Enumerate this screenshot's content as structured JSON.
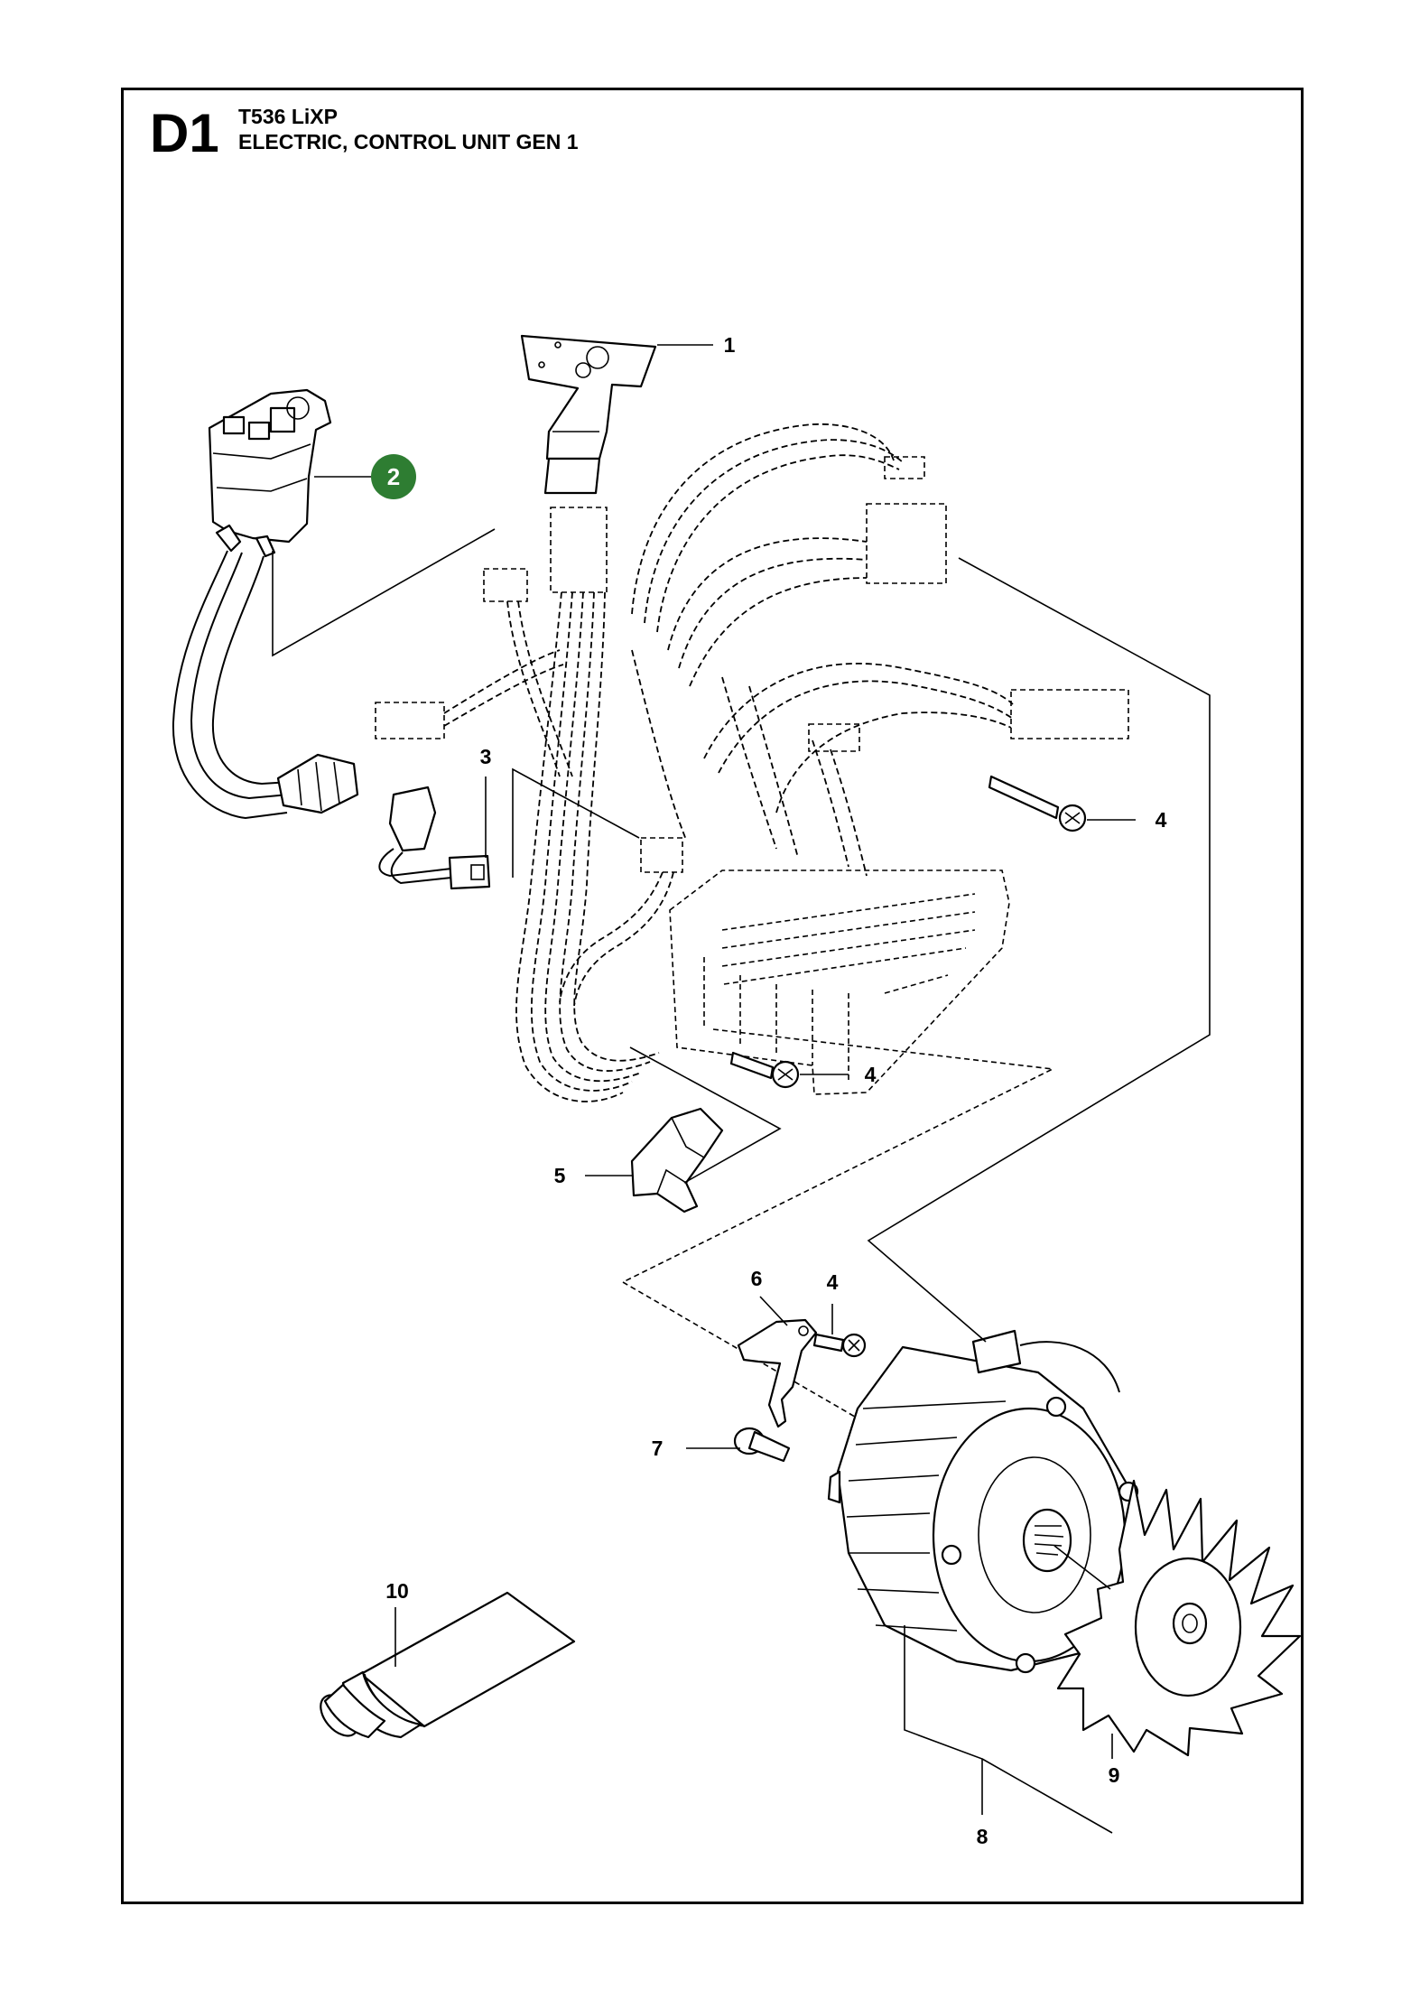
{
  "header": {
    "section_code": "D1",
    "model": "T536 LiXP",
    "subtitle": "ELECTRIC, CONTROL UNIT GEN 1"
  },
  "callouts": [
    {
      "id": "1",
      "label": "1"
    },
    {
      "id": "2",
      "label": "2",
      "highlighted": true
    },
    {
      "id": "3",
      "label": "3"
    },
    {
      "id": "4a",
      "label": "4"
    },
    {
      "id": "4b",
      "label": "4"
    },
    {
      "id": "4c",
      "label": "4"
    },
    {
      "id": "5",
      "label": "5"
    },
    {
      "id": "6",
      "label": "6"
    },
    {
      "id": "7",
      "label": "7"
    },
    {
      "id": "8",
      "label": "8"
    },
    {
      "id": "9",
      "label": "9"
    },
    {
      "id": "10",
      "label": "10"
    }
  ],
  "colors": {
    "highlight_badge": "#2e7d32",
    "highlight_text": "#ffffff",
    "line": "#000000",
    "background": "#ffffff"
  }
}
